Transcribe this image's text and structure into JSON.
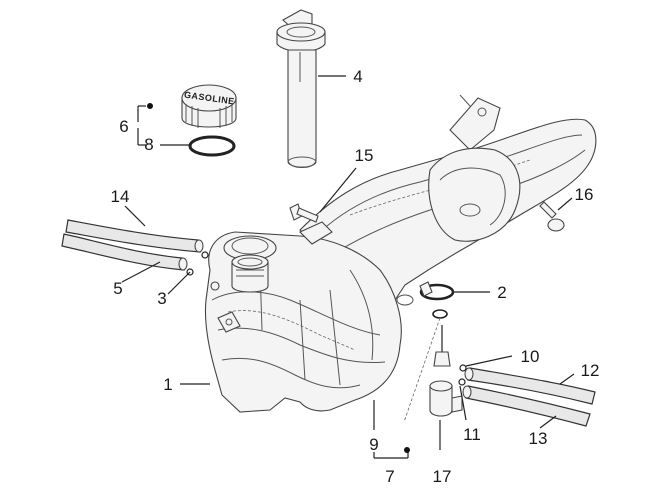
{
  "parts": {
    "p1": "1",
    "p2": "2",
    "p3": "3",
    "p4": "4",
    "p5": "5",
    "p6": "6",
    "p7": "7",
    "p8": "8",
    "p9": "9",
    "p10": "10",
    "p11": "11",
    "p12": "12",
    "p13": "13",
    "p14": "14",
    "p15": "15",
    "p16": "16",
    "p17": "17"
  },
  "cap_text": "GASOLINE"
}
